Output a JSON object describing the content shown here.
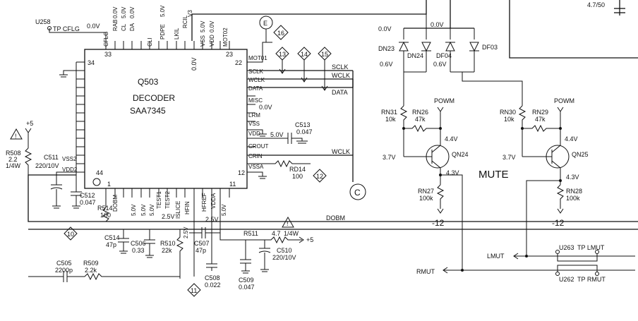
{
  "ic": {
    "ref": "Q503",
    "function": "DECODER",
    "part": "SAA7345"
  },
  "ic_pin_numbers": {
    "p33": "33",
    "p23": "23",
    "p22": "22",
    "p34": "34",
    "p44": "44",
    "p12": "12",
    "p1": "1",
    "p11": "11"
  },
  "ic_top_labels": [
    "CFLG",
    "RAB",
    "CL",
    "DA",
    "CLI",
    "PDPE",
    "LKIL",
    "RCIL",
    "V3",
    "VSS",
    "VDD",
    "MOT02"
  ],
  "ic_top_voltages": [
    "0.0V",
    "5.0V",
    "0.0V",
    "5.0V",
    "5.0V",
    "0.0V"
  ],
  "ic_right_labels": [
    "MOT01",
    "SCLK",
    "WCLK",
    "DATA",
    "MISC",
    "LRM",
    "VSS",
    "VDD",
    "CROUT",
    "CRIN",
    "VSSA"
  ],
  "ic_left_labels": [
    "VSS2",
    "VDD2"
  ],
  "ic_bottom_labels": [
    "DOBM",
    "TEST1",
    "TEST2",
    "ISLICE",
    "HFIN",
    "HFREF",
    "VDDA"
  ],
  "ic_voltages": {
    "motv": "0.0V",
    "misc": "0.0V",
    "vdd": "5.0V",
    "tp": "0.0V",
    "b1": "5.0V",
    "b2": "5.0V",
    "b3": "5.0V",
    "b4": "5.0V",
    "slice": "2.5V",
    "hfref": "2.5V",
    "hfin": "2.5V"
  },
  "tp_cflg": {
    "ref": "U258",
    "label": "TP CFLG"
  },
  "nodes": {
    "c1": "C",
    "e1": "E",
    "n16": "16",
    "n13": "13",
    "n14": "14",
    "n15": "15",
    "n12": "12",
    "n10": "10",
    "n11": "11"
  },
  "nets": {
    "sclk": "SCLK",
    "wclk": "WCLK",
    "data": "DATA",
    "wclk2": "WCLK",
    "dobm": "DOBM",
    "powm1": "POWM",
    "powm2": "POWM",
    "lmut": "LMUT",
    "rmut": "RMUT",
    "mute": "MUTE",
    "neg12a": "-12",
    "neg12b": "-12",
    "plus5a": "+5",
    "plus5b": "+5"
  },
  "components": {
    "r508": {
      "ref": "R508",
      "val": "2.2",
      "rating": "1/4W"
    },
    "c511": {
      "ref": "C511",
      "val": "220/10V"
    },
    "c512": {
      "ref": "C512",
      "val": "0.047"
    },
    "r514": {
      "ref": "R514",
      "val": "100"
    },
    "c513": {
      "ref": "C513",
      "val": "0.047"
    },
    "rd14": {
      "ref": "RD14",
      "val": "100"
    },
    "c514": {
      "ref": "C514",
      "val": "47p"
    },
    "c506": {
      "ref": "C506",
      "val": "0.33"
    },
    "r510": {
      "ref": "R510",
      "val": "22k"
    },
    "c507": {
      "ref": "C507",
      "val": "47p"
    },
    "c508": {
      "ref": "C508",
      "val": "0.022"
    },
    "c509": {
      "ref": "C509",
      "val": "0.047"
    },
    "r511": {
      "ref": "R511",
      "val": "4.7",
      "rating": "1/4W"
    },
    "c510": {
      "ref": "C510",
      "val": "220/10V"
    },
    "c505": {
      "ref": "C505",
      "val": "2200p"
    },
    "r509": {
      "ref": "R509",
      "val": "2.2k"
    },
    "dn23": {
      "ref": "DN23",
      "v1": "0.0V",
      "v2": "0.6V"
    },
    "dn24": {
      "ref": "DN24",
      "v1": "0.0V"
    },
    "df04": {
      "ref": "DF04",
      "v2": "0.6V"
    },
    "df03": {
      "ref": "DF03"
    },
    "rn31": {
      "ref": "RN31",
      "val": "10k"
    },
    "rn26": {
      "ref": "RN26",
      "val": "47k"
    },
    "qn24": {
      "ref": "QN24",
      "ve": "4.4V",
      "vb": "3.7V",
      "vc": "4.3V"
    },
    "rn27": {
      "ref": "RN27",
      "val": "100k"
    },
    "rn30": {
      "ref": "RN30",
      "val": "10k"
    },
    "rn29": {
      "ref": "RN29",
      "val": "47k"
    },
    "qn25": {
      "ref": "QN25",
      "ve": "4.4V",
      "vb": "3.7V",
      "vc": "4.3V"
    },
    "rn28": {
      "ref": "RN28",
      "val": "100k"
    },
    "u263": {
      "ref": "U263",
      "label": "TP LMUT"
    },
    "u262": {
      "ref": "U262",
      "label": "TP RMUT"
    },
    "corner_cap": {
      "val": "4.7/50"
    }
  }
}
